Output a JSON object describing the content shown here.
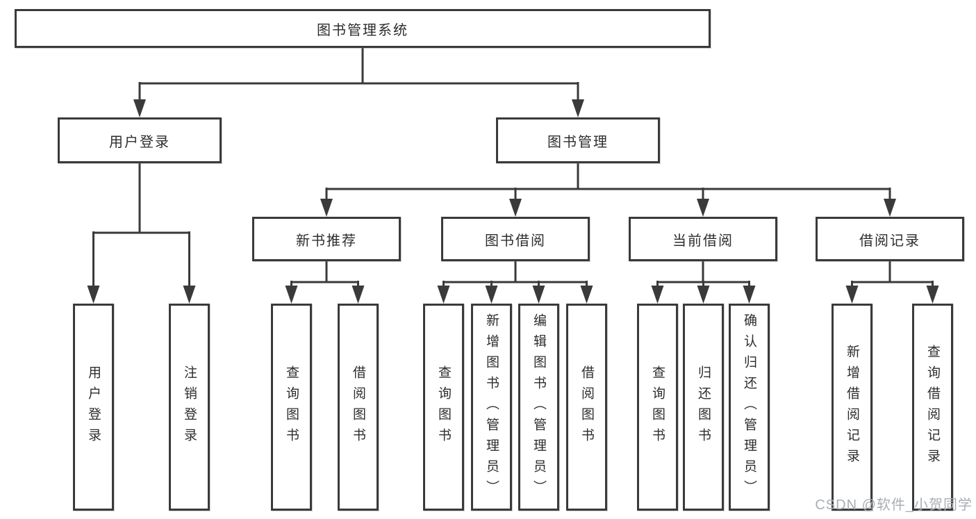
{
  "diagram": {
    "root": {
      "label": "图书管理系统"
    },
    "branches": [
      {
        "label": "用户登录",
        "children": [
          {
            "label": "用户登录"
          },
          {
            "label": "注销登录"
          }
        ]
      },
      {
        "label": "图书管理",
        "children": [
          {
            "label": "新书推荐",
            "children": [
              {
                "label": "查询图书"
              },
              {
                "label": "借阅图书"
              }
            ]
          },
          {
            "label": "图书借阅",
            "children": [
              {
                "label": "查询图书"
              },
              {
                "label": "新增图书（管理员）"
              },
              {
                "label": "编辑图书（管理员）"
              },
              {
                "label": "借阅图书"
              }
            ]
          },
          {
            "label": "当前借阅",
            "children": [
              {
                "label": "查询图书"
              },
              {
                "label": "归还图书"
              },
              {
                "label": "确认归还（管理员）"
              }
            ]
          },
          {
            "label": "借阅记录",
            "children": [
              {
                "label": "新增借阅记录"
              },
              {
                "label": "查询借阅记录"
              }
            ]
          }
        ]
      }
    ],
    "watermark": "CSDN @软件_小贺同学",
    "colors": {
      "line": "#3a3a3c",
      "text": "#2d2d2f",
      "watermark": "#a9aeb5",
      "background": "#ffffff"
    }
  }
}
